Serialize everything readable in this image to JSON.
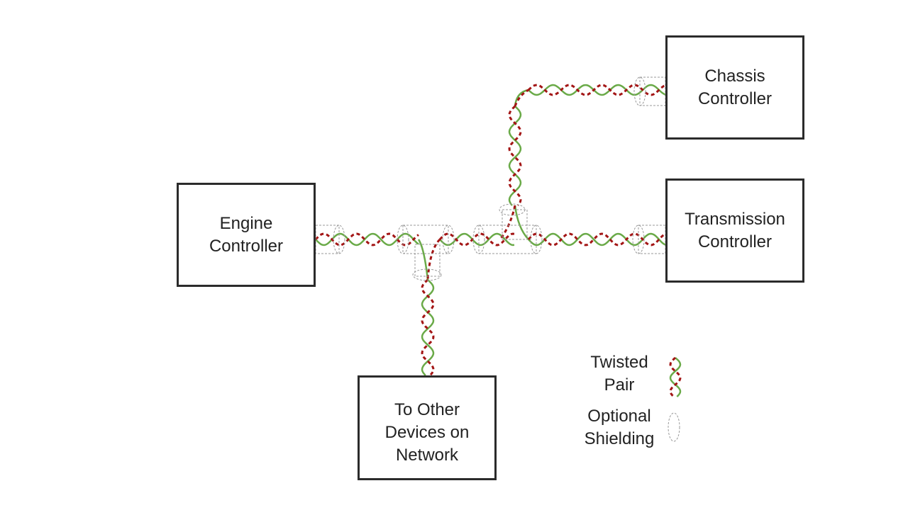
{
  "boxes": {
    "engine": {
      "line1": "Engine",
      "line2": "Controller"
    },
    "chassis": {
      "line1": "Chassis",
      "line2": "Controller"
    },
    "transmission": {
      "line1": "Transmission",
      "line2": "Controller"
    },
    "other": {
      "line1": "To Other",
      "line2": "Devices on",
      "line3": "Network"
    }
  },
  "legend": {
    "twisted_line1": "Twisted",
    "twisted_line2": "Pair",
    "shield_line1": "Optional",
    "shield_line2": "Shielding"
  },
  "colors": {
    "wire_green": "#6aaa48",
    "wire_red": "#a31515",
    "shield": "#9a9a9a",
    "box_border": "#2b2b2b",
    "arrow": "#2b2b2b"
  }
}
